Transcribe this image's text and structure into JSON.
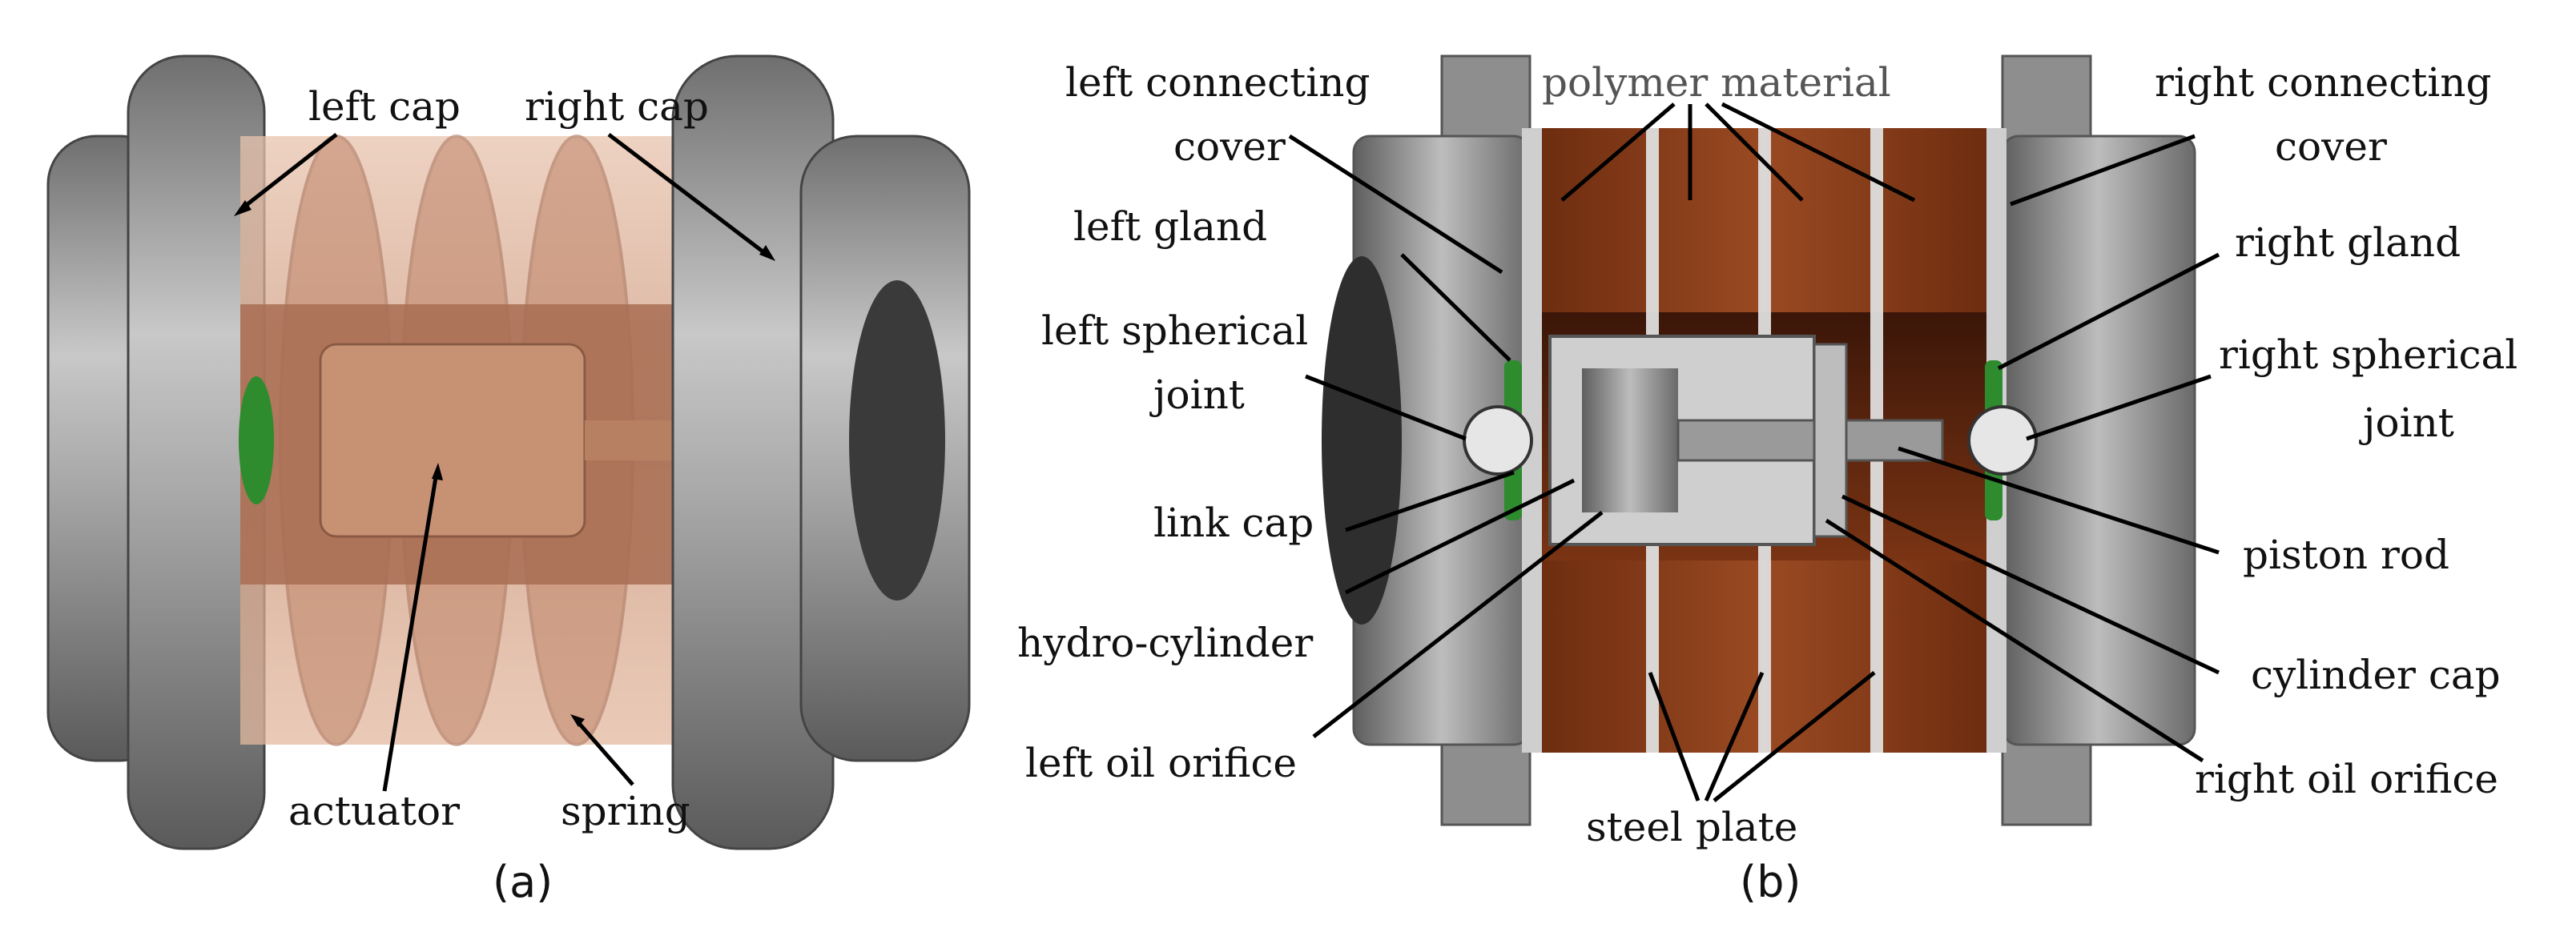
{
  "panel_a": {
    "caption": "(a)",
    "labels": {
      "left_cap": "left cap",
      "right_cap": "right cap",
      "actuator": "actuator",
      "spring": "spring"
    }
  },
  "panel_b": {
    "caption": "(b)",
    "labels": {
      "left_connecting_cover_1": "left connecting",
      "left_connecting_cover_2": "cover",
      "polymer_material": "polymer material",
      "right_connecting_cover_1": "right connecting",
      "right_connecting_cover_2": "cover",
      "left_gland": "left gland",
      "right_gland": "right gland",
      "left_spherical_joint_1": "left spherical",
      "left_spherical_joint_2": "joint",
      "right_spherical_joint_1": "right spherical",
      "right_spherical_joint_2": "joint",
      "link_cap": "link cap",
      "piston_rod": "piston rod",
      "hydro_cylinder": "hydro-cylinder",
      "cylinder_cap": "cylinder cap",
      "left_oil_orifice": "left oil orifice",
      "right_oil_orifice": "right oil orifice",
      "steel_plate": "steel plate"
    }
  },
  "colors": {
    "steel_gray": "#8e8e8e",
    "polymer_brown": "#8a3d1a",
    "spring_pink": "#d9a88c",
    "gland_green": "#2e8b2e"
  }
}
